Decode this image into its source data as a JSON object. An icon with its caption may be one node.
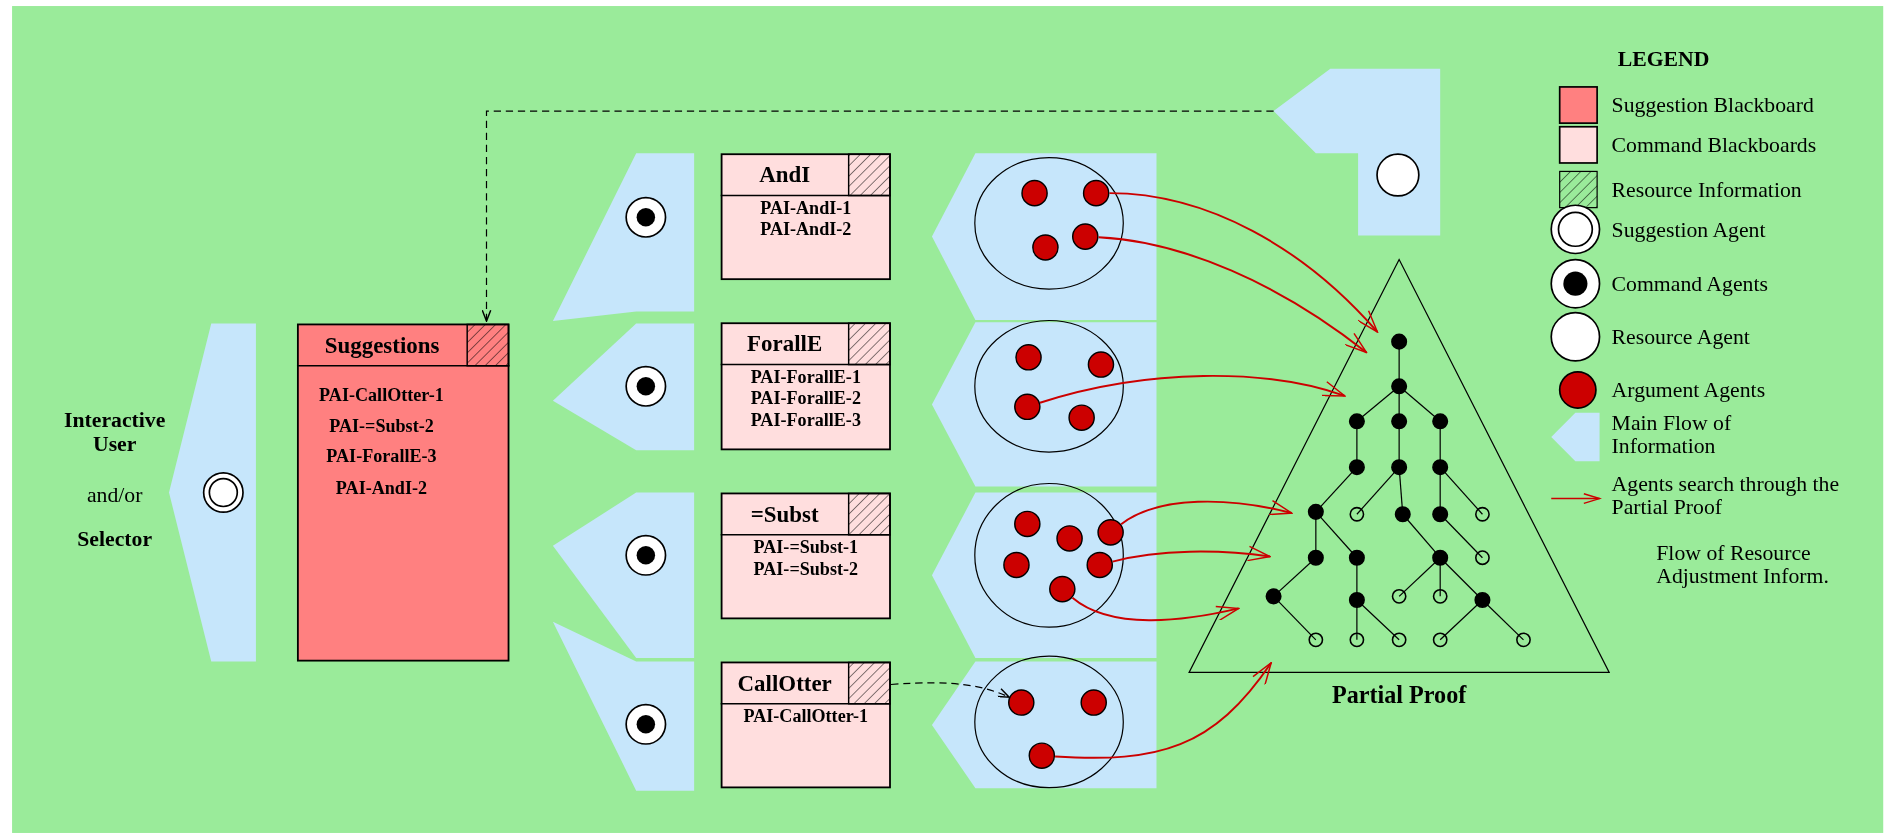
{
  "diagram": {
    "nodes": [
      {
        "text": [
          "Interactive User",
          "and/or",
          "Selector"
        ]
      },
      {
        "text": [],
        "shape": "pentagon"
      },
      {
        "text": [],
        "shape": "circle",
        "in": 1
      },
      {
        "text": [
          "Suggestions",
          "PAI-CallOtter-1",
          "PAI-=Subst-2",
          "PAI-ForallE-3",
          "PAI-AndI-2"
        ]
      },
      {
        "text": [],
        "shape": "pentagon"
      },
      {
        "text": [],
        "shape": "circle",
        "in": 4
      },
      {
        "text": [],
        "shape": "pentagon"
      },
      {
        "text": [],
        "shape": "circle",
        "in": 6
      },
      {
        "text": [
          "AndI",
          "PAI-AndI-1",
          "PAI-AndI-2"
        ]
      },
      {
        "text": [],
        "shape": "pentagon"
      },
      {
        "text": [],
        "shape": "ellipse",
        "in": 9
      },
      {
        "text": [],
        "shape": "circle",
        "in": 10
      },
      {
        "text": [],
        "shape": "circle",
        "in": 10
      },
      {
        "text": [],
        "shape": "circle",
        "in": 10
      },
      {
        "text": [],
        "shape": "circle",
        "in": 10
      },
      {
        "text": [],
        "shape": "pentagon"
      },
      {
        "text": [],
        "shape": "circle",
        "in": 15
      },
      {
        "text": [
          "ForallE",
          "PAI-ForallE-1",
          "PAI-ForallE-2",
          "PAI-ForallE-3"
        ]
      },
      {
        "text": [],
        "shape": "pentagon"
      },
      {
        "text": [],
        "shape": "ellipse",
        "in": 18
      },
      {
        "text": [],
        "shape": "circle",
        "in": 19
      },
      {
        "text": [],
        "shape": "circle",
        "in": 19
      },
      {
        "text": [],
        "shape": "circle",
        "in": 19
      },
      {
        "text": [],
        "shape": "circle",
        "in": 19
      },
      {
        "text": [],
        "shape": "pentagon"
      },
      {
        "text": [],
        "shape": "circle",
        "in": 24
      },
      {
        "text": [
          "=Subst",
          "PAI-=Subst-1",
          "PAI-=Subst-2"
        ]
      },
      {
        "text": [],
        "shape": "pentagon"
      },
      {
        "text": [],
        "shape": "ellipse",
        "in": 27
      },
      {
        "text": [],
        "shape": "circle",
        "in": 28
      },
      {
        "text": [],
        "shape": "circle",
        "in": 28
      },
      {
        "text": [],
        "shape": "circle",
        "in": 28
      },
      {
        "text": [],
        "shape": "circle",
        "in": 28
      },
      {
        "text": [],
        "shape": "circle",
        "in": 28
      },
      {
        "text": [],
        "shape": "circle",
        "in": 28
      },
      {
        "text": [],
        "shape": "pentagon"
      },
      {
        "text": [],
        "shape": "circle",
        "in": 35
      },
      {
        "text": [
          "CallOtter",
          "PAI-CallOtter-1"
        ]
      },
      {
        "text": [],
        "shape": "pentagon"
      },
      {
        "text": [],
        "shape": "ellipse",
        "in": 38
      },
      {
        "text": [],
        "shape": "circle",
        "in": 39
      },
      {
        "text": [],
        "shape": "circle",
        "in": 39
      },
      {
        "text": [],
        "shape": "circle",
        "in": 39
      },
      {
        "text": [
          "Partial Proof"
        ]
      }
    ],
    "edges": [
      {
        "from": 4,
        "to": 3,
        "arrow": "to",
        "style": "dashed",
        "color": "#000000"
      },
      {
        "from": 37,
        "to": 40,
        "arrow": "to",
        "style": "dashed",
        "color": "#000000"
      },
      {
        "from": 12,
        "to": 43,
        "arrow": "to"
      },
      {
        "from": 14,
        "to": 43,
        "arrow": "to"
      },
      {
        "from": 22,
        "to": 43,
        "arrow": "to"
      },
      {
        "from": 31,
        "to": 43,
        "arrow": "to"
      },
      {
        "from": 34,
        "to": 43,
        "arrow": "to"
      },
      {
        "from": 33,
        "to": 43,
        "arrow": "to"
      },
      {
        "from": 42,
        "to": 43,
        "arrow": "to"
      }
    ],
    "labels": [
      "LEGEND"
    ],
    "legend": [
      {
        "text": "Suggestion Blackboard",
        "color": "#ff8080"
      },
      {
        "text": "Command Blackboards",
        "color": "#ffdede"
      },
      {
        "text": "Resource Information"
      },
      {
        "text": "Suggestion Agent"
      },
      {
        "text": "Command Agents"
      },
      {
        "text": "Resource Agent"
      },
      {
        "text": "Argument Agents"
      },
      {
        "text": "Main Flow of Information"
      },
      {
        "text": "Agents search through the Partial Proof"
      },
      {
        "text": "Flow of Resource Adjustment Inform."
      }
    ]
  }
}
